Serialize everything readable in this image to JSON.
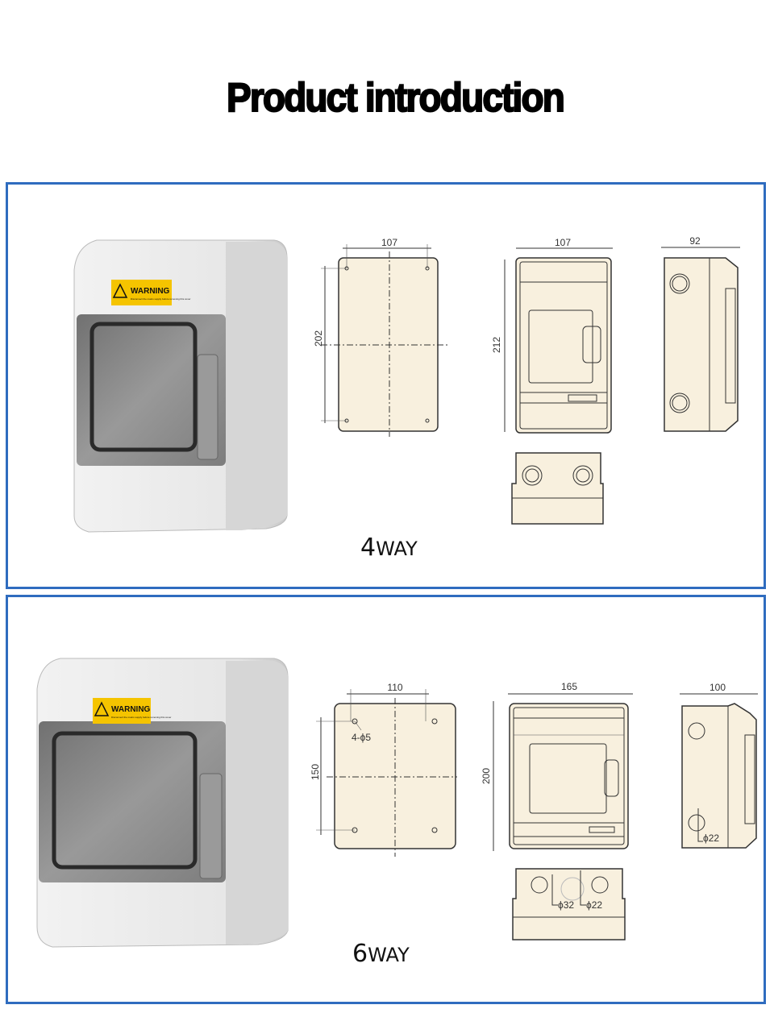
{
  "header": {
    "title": "Product introduction"
  },
  "colors": {
    "panel_border": "#2f6cbf",
    "drawing_fill": "#f8f0de",
    "warning_label": "#f5c400"
  },
  "products": [
    {
      "model_number": "4",
      "model_suffix": "WAY",
      "warning_label": {
        "heading": "WARNING",
        "text": "Disconnect the mains supply before removing this cover"
      },
      "back_view": {
        "width": "107",
        "height": "202"
      },
      "front_view": {
        "width": "107",
        "height": "212"
      },
      "side_view": {
        "depth": "92"
      }
    },
    {
      "model_number": "6",
      "model_suffix": "WAY",
      "warning_label": {
        "heading": "WARNING",
        "text": "Disconnect the mains supply before removing this cover"
      },
      "back_view": {
        "width": "110",
        "height": "150",
        "holes": "4-ϕ5"
      },
      "front_view": {
        "width": "165",
        "height": "200"
      },
      "side_view": {
        "depth": "100",
        "hole": "ϕ22"
      },
      "bottom_view": {
        "hole_large": "ϕ32",
        "hole_small": "ϕ22"
      }
    }
  ]
}
